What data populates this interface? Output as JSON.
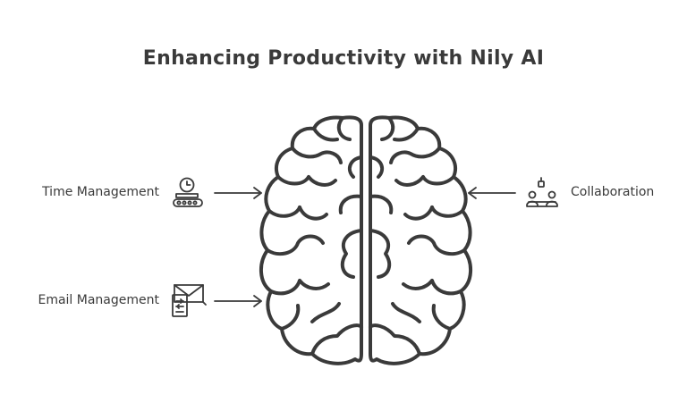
{
  "title": "Enhancing Productivity with Nily AI",
  "items": {
    "time": {
      "label": "Time Management",
      "icon": "clock-conveyor-icon"
    },
    "email": {
      "label": "Email Management",
      "icon": "email-document-icon"
    },
    "collab": {
      "label": "Collaboration",
      "icon": "team-meeting-icon"
    }
  },
  "center": {
    "icon": "brain-icon"
  },
  "colors": {
    "stroke": "#3a3a3a",
    "background": "#ffffff"
  }
}
